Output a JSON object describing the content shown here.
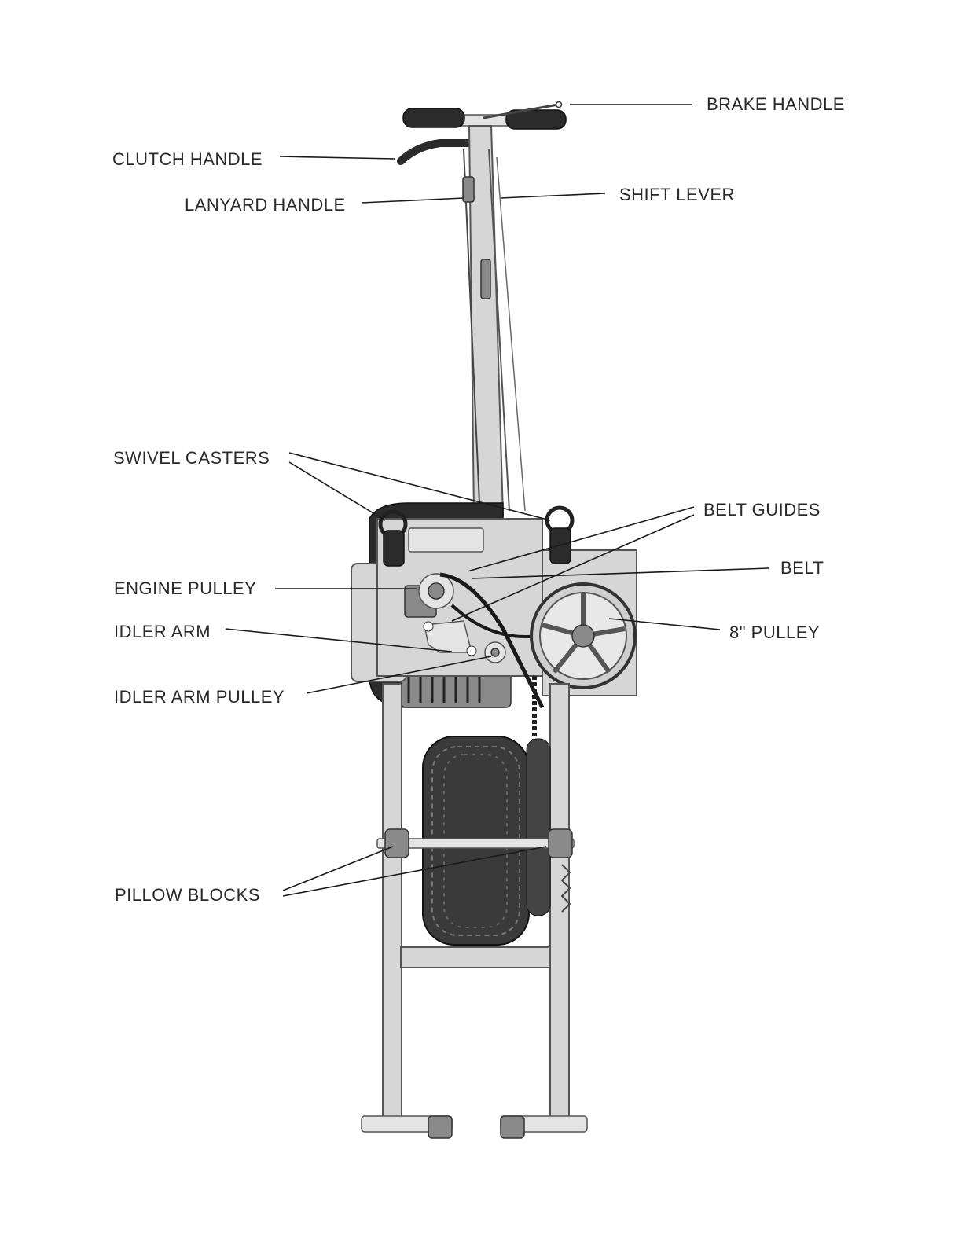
{
  "labels": {
    "brake_handle": "BRAKE HANDLE",
    "clutch_handle": "CLUTCH HANDLE",
    "lanyard_handle": "LANYARD HANDLE",
    "shift_lever": "SHIFT LEVER",
    "swivel_casters": "SWIVEL CASTERS",
    "belt_guides": "BELT GUIDES",
    "belt": "BELT",
    "engine_pulley": "ENGINE PULLEY",
    "idler_arm": "IDLER ARM",
    "pulley_8in": "8\" PULLEY",
    "idler_arm_pulley": "IDLER ARM PULLEY",
    "pillow_blocks": "PILLOW BLOCKS"
  },
  "colors": {
    "frame": "#d6d6d6",
    "dark_part": "#2b2b2b",
    "label_text": "#2a2a2a"
  }
}
